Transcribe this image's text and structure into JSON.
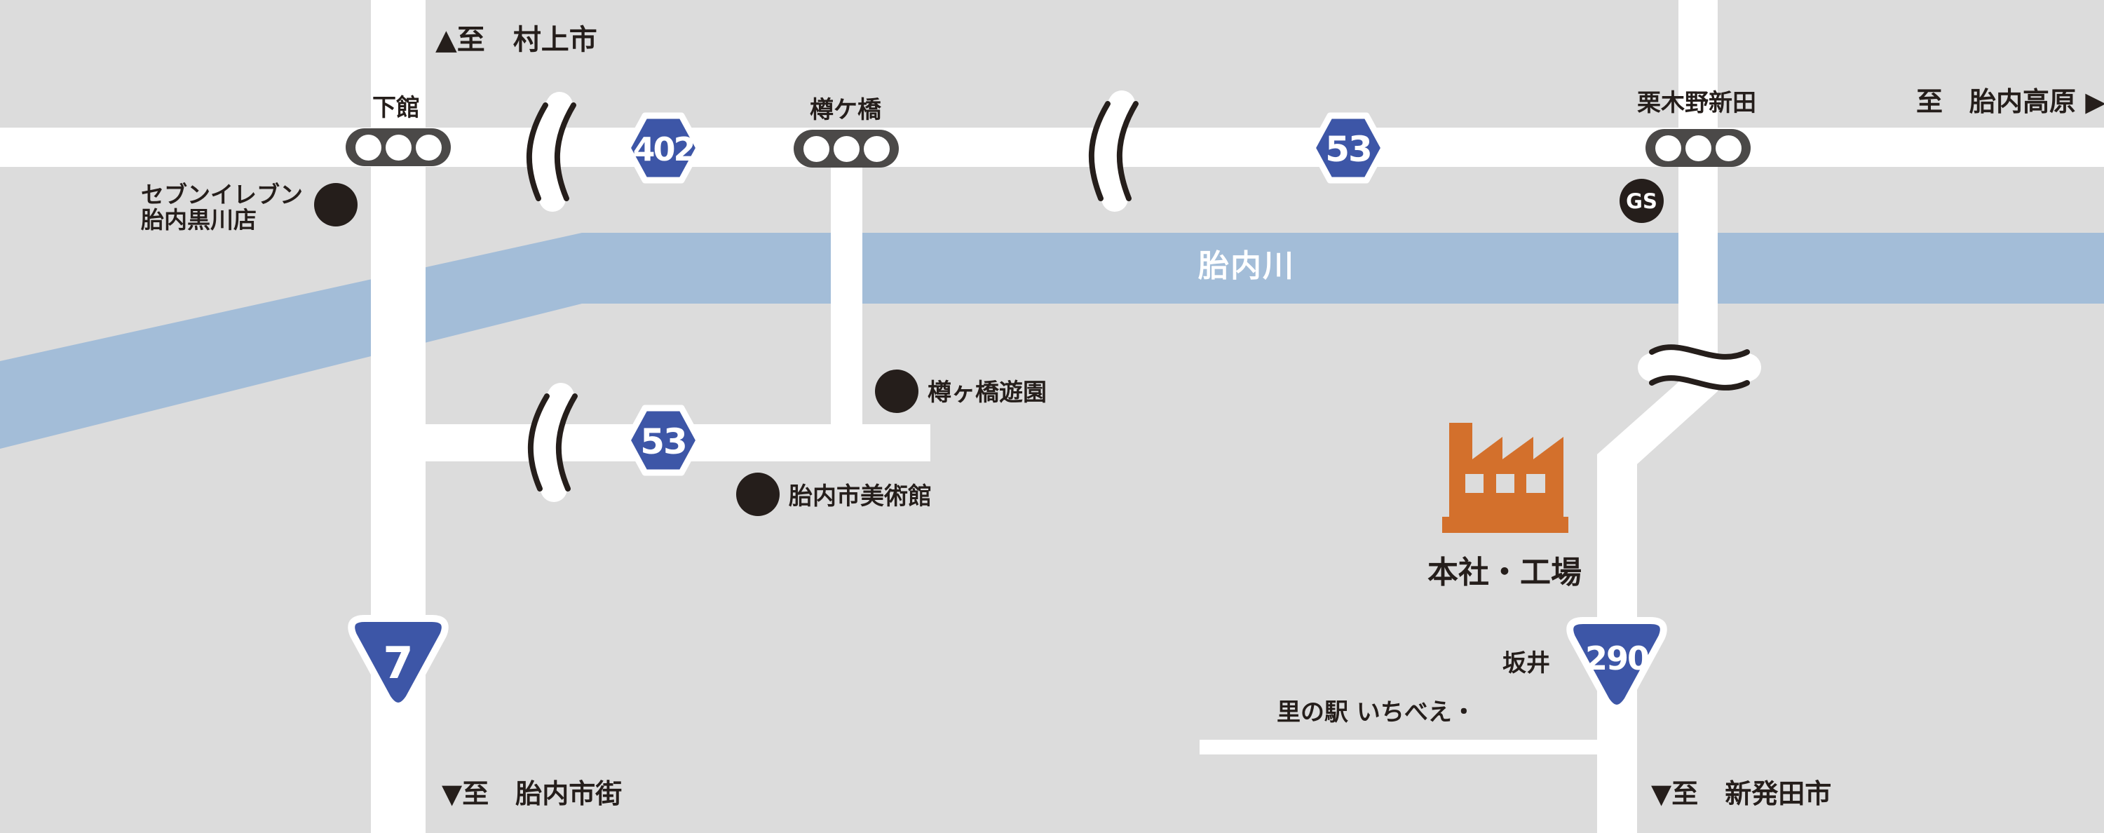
{
  "colors": {
    "background": "#dcdcdc",
    "road": "#ffffff",
    "river": "#a3bdd8",
    "shield_blue": "#3d56a7",
    "factory_orange": "#d3702c",
    "signal_housing": "#4b4948",
    "ink": "#251e1b",
    "river_text": "#ffffff"
  },
  "river": {
    "name": "胎内川"
  },
  "route_shields": {
    "hex_402": "402",
    "hex_53_main": "53",
    "hex_53_mid": "53",
    "tri_7": "7",
    "tri_290": "290"
  },
  "labels": {
    "to_murakami": "▲至　村上市",
    "shimodate": "下館",
    "tarugahashi": "樽ケ橋",
    "kurikino_shinden": "栗木野新田",
    "to_tainai_kogen": "至　胎内高原 ▶",
    "seven_eleven_line1": "セブンイレブン",
    "seven_eleven_line2": "胎内黒川店",
    "tarugahashi_yuen": "樽ヶ橋遊園",
    "tainai_museum": "胎内市美術館",
    "head_office": "本社・工場",
    "sakai": "坂井",
    "sato_no_eki": "里の駅 いちべえ・",
    "to_tainai_shigai": "▼至　胎内市街",
    "to_shibata": "▼至　新発田市",
    "gs": "GS"
  }
}
